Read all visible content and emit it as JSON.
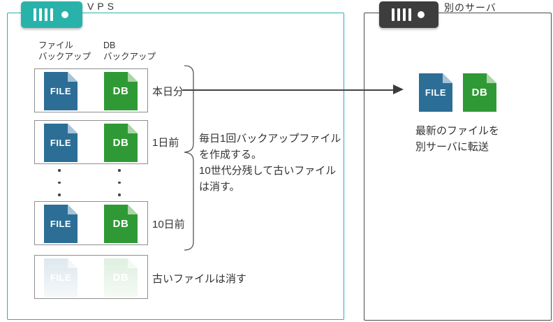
{
  "diagram": {
    "vps": {
      "title": "VPS",
      "column_headers": [
        {
          "line1": "ファイル",
          "line2": "バックアップ"
        },
        {
          "line1": "DB",
          "line2": "バックアップ"
        }
      ],
      "rows": [
        {
          "label": "本日分"
        },
        {
          "label": "1日前"
        },
        {
          "label": "10日前"
        },
        {
          "label": "古いファイルは消す"
        }
      ],
      "note_lines": [
        "毎日1回バックアップファイル",
        "を作成する。",
        "10世代分残して古いファイル",
        "は消す。"
      ]
    },
    "remote": {
      "title": "別のサーバ",
      "caption_lines": [
        "最新のファイルを",
        "別サーバに転送"
      ]
    },
    "icons": {
      "file_label": "FILE",
      "db_label": "DB"
    },
    "colors": {
      "teal": "#29b2aa",
      "dark": "#3d3d3d",
      "file_blue": "#2c6e96",
      "db_green": "#2f9a35"
    }
  }
}
